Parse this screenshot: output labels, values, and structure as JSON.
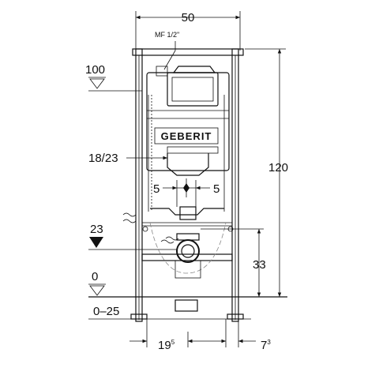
{
  "diagram": {
    "brand": "GEBERIT",
    "fitting_label": "MF 1/2ʺ",
    "dimensions": {
      "frame_width": "50",
      "cistern_height": "100",
      "total_height": "120",
      "flush_height": "18/23",
      "left_offset": "5",
      "right_offset": "5",
      "pan_connection_height": "23",
      "drain_height": "33",
      "floor_level": "0",
      "floor_range": "0–25",
      "bottom_left_base": "19",
      "bottom_left_exp": "5",
      "bottom_right_base": "7",
      "bottom_right_exp": "3"
    }
  }
}
